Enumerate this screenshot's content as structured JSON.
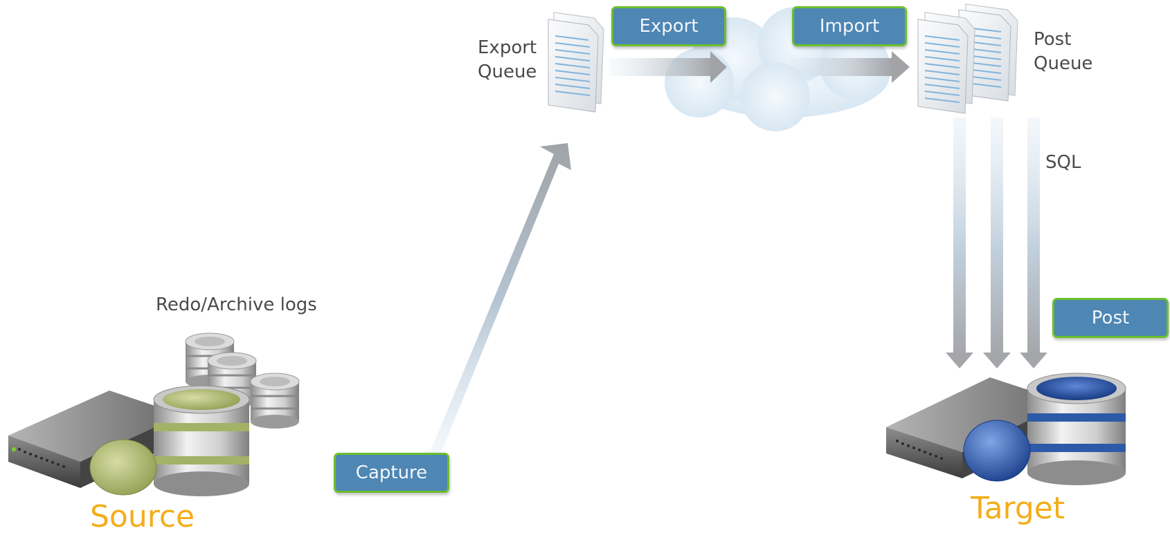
{
  "labels": {
    "export_queue": [
      "Export",
      "Queue"
    ],
    "post_queue": [
      "Post",
      "Queue"
    ],
    "sql": "SQL",
    "redo_logs": "Redo/Archive logs",
    "source": "Source",
    "target": "Target"
  },
  "buttons": {
    "export": "Export",
    "import": "Import",
    "post": "Post",
    "capture": "Capture"
  },
  "colors": {
    "button_fill": "#4e86b4",
    "button_border": "#6cbf2c",
    "title_orange": "#f3ad1a",
    "source_db": "#a3b266",
    "target_db": "#2d5aa8"
  }
}
